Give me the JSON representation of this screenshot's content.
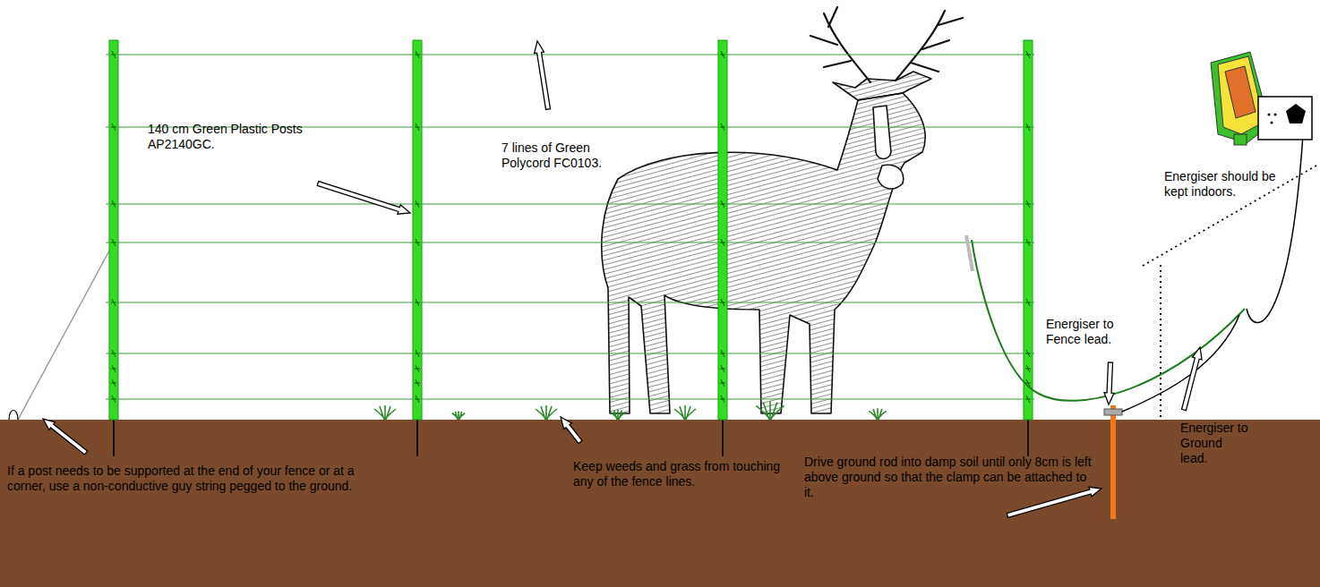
{
  "diagram": {
    "labels": [
      "140 cm Green Plastic Posts AP2140GC.",
      "7 lines of Green Polycord FC0103.",
      "Energiser should be kept indoors.",
      "Energiser to Fence lead.",
      "Energiser to Ground lead.",
      "If a post needs to be supported at the end of your fence or at a corner, use a non-conductive guy string pegged to the ground.",
      "Keep weeds and grass from touching any of the fence lines.",
      "Drive ground rod into damp soil until only 8cm is left above ground so that the clamp can be attached to it."
    ]
  }
}
